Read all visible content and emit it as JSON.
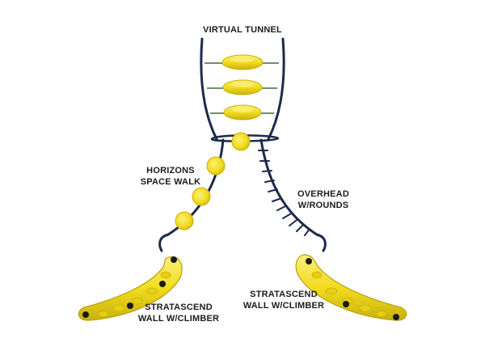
{
  "labels": {
    "virtual_tunnel": [
      "VIRTUAL TUNNEL"
    ],
    "horizons_space_walk": [
      "HORIZONS",
      "SPACE WALK"
    ],
    "overhead_rounds": [
      "OVERHEAD",
      "W/ROUNDS"
    ],
    "stratascend_left": [
      "STRATASCEND",
      "WALL W/CLIMBER"
    ],
    "stratascend_right": [
      "STRATASCEND",
      "WALL W/CLIMBER"
    ]
  },
  "colors": {
    "frame": "#1e2a4a",
    "yellow": "#f2dc1e",
    "yellow_dark": "#c9b10e",
    "yellow_light": "#fbef7a",
    "hold": "#1a1a1a",
    "rod_green": "#3f6b3c"
  }
}
